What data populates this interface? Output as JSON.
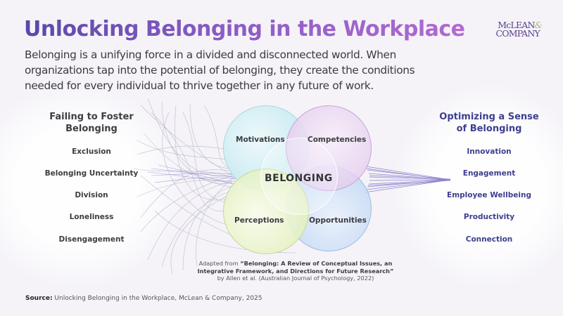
{
  "header": {
    "title": "Unlocking Belonging in the Workplace",
    "subtitle": "Belonging is a unifying force in a divided and disconnected world. When organizations tap into the potential of belonging, they create the conditions needed for every individual to thrive together in any future of work."
  },
  "logo": {
    "line1": "McLEAN",
    "amp": "&",
    "line2": "COMPANY"
  },
  "left_column": {
    "heading": "Failing to Foster Belonging",
    "items": [
      "Exclusion",
      "Belonging Uncertainty",
      "Division",
      "Loneliness",
      "Disengagement"
    ]
  },
  "right_column": {
    "heading": "Optimizing a Sense of Belonging",
    "items": [
      "Innovation",
      "Engagement",
      "Employee Wellbeing",
      "Productivity",
      "Connection"
    ]
  },
  "diagram": {
    "center": "BELONGING",
    "circles": [
      {
        "label": "Motivations",
        "color": "#afe2ea"
      },
      {
        "label": "Competencies",
        "color": "#dcbee8"
      },
      {
        "label": "Perceptions",
        "color": "#daecaa"
      },
      {
        "label": "Opportunities",
        "color": "#b0ccf0"
      }
    ]
  },
  "citation": {
    "prefix": "Adapted from ",
    "title": "“Belonging: A Review of Conceptual Issues, an Integrative Framework, and Directions for Future Research”",
    "suffix": "by Allen et al. (Australian Journal of Psychology, 2022)"
  },
  "footer": {
    "source_label": "Source:",
    "source_text": " Unlocking Belonging in the Workplace, McLean & Company, 2025"
  },
  "colors": {
    "title_start": "#5a48a8",
    "title_end": "#b26ad0",
    "right_text": "#3d3f8e",
    "left_text": "#3e3e42"
  }
}
